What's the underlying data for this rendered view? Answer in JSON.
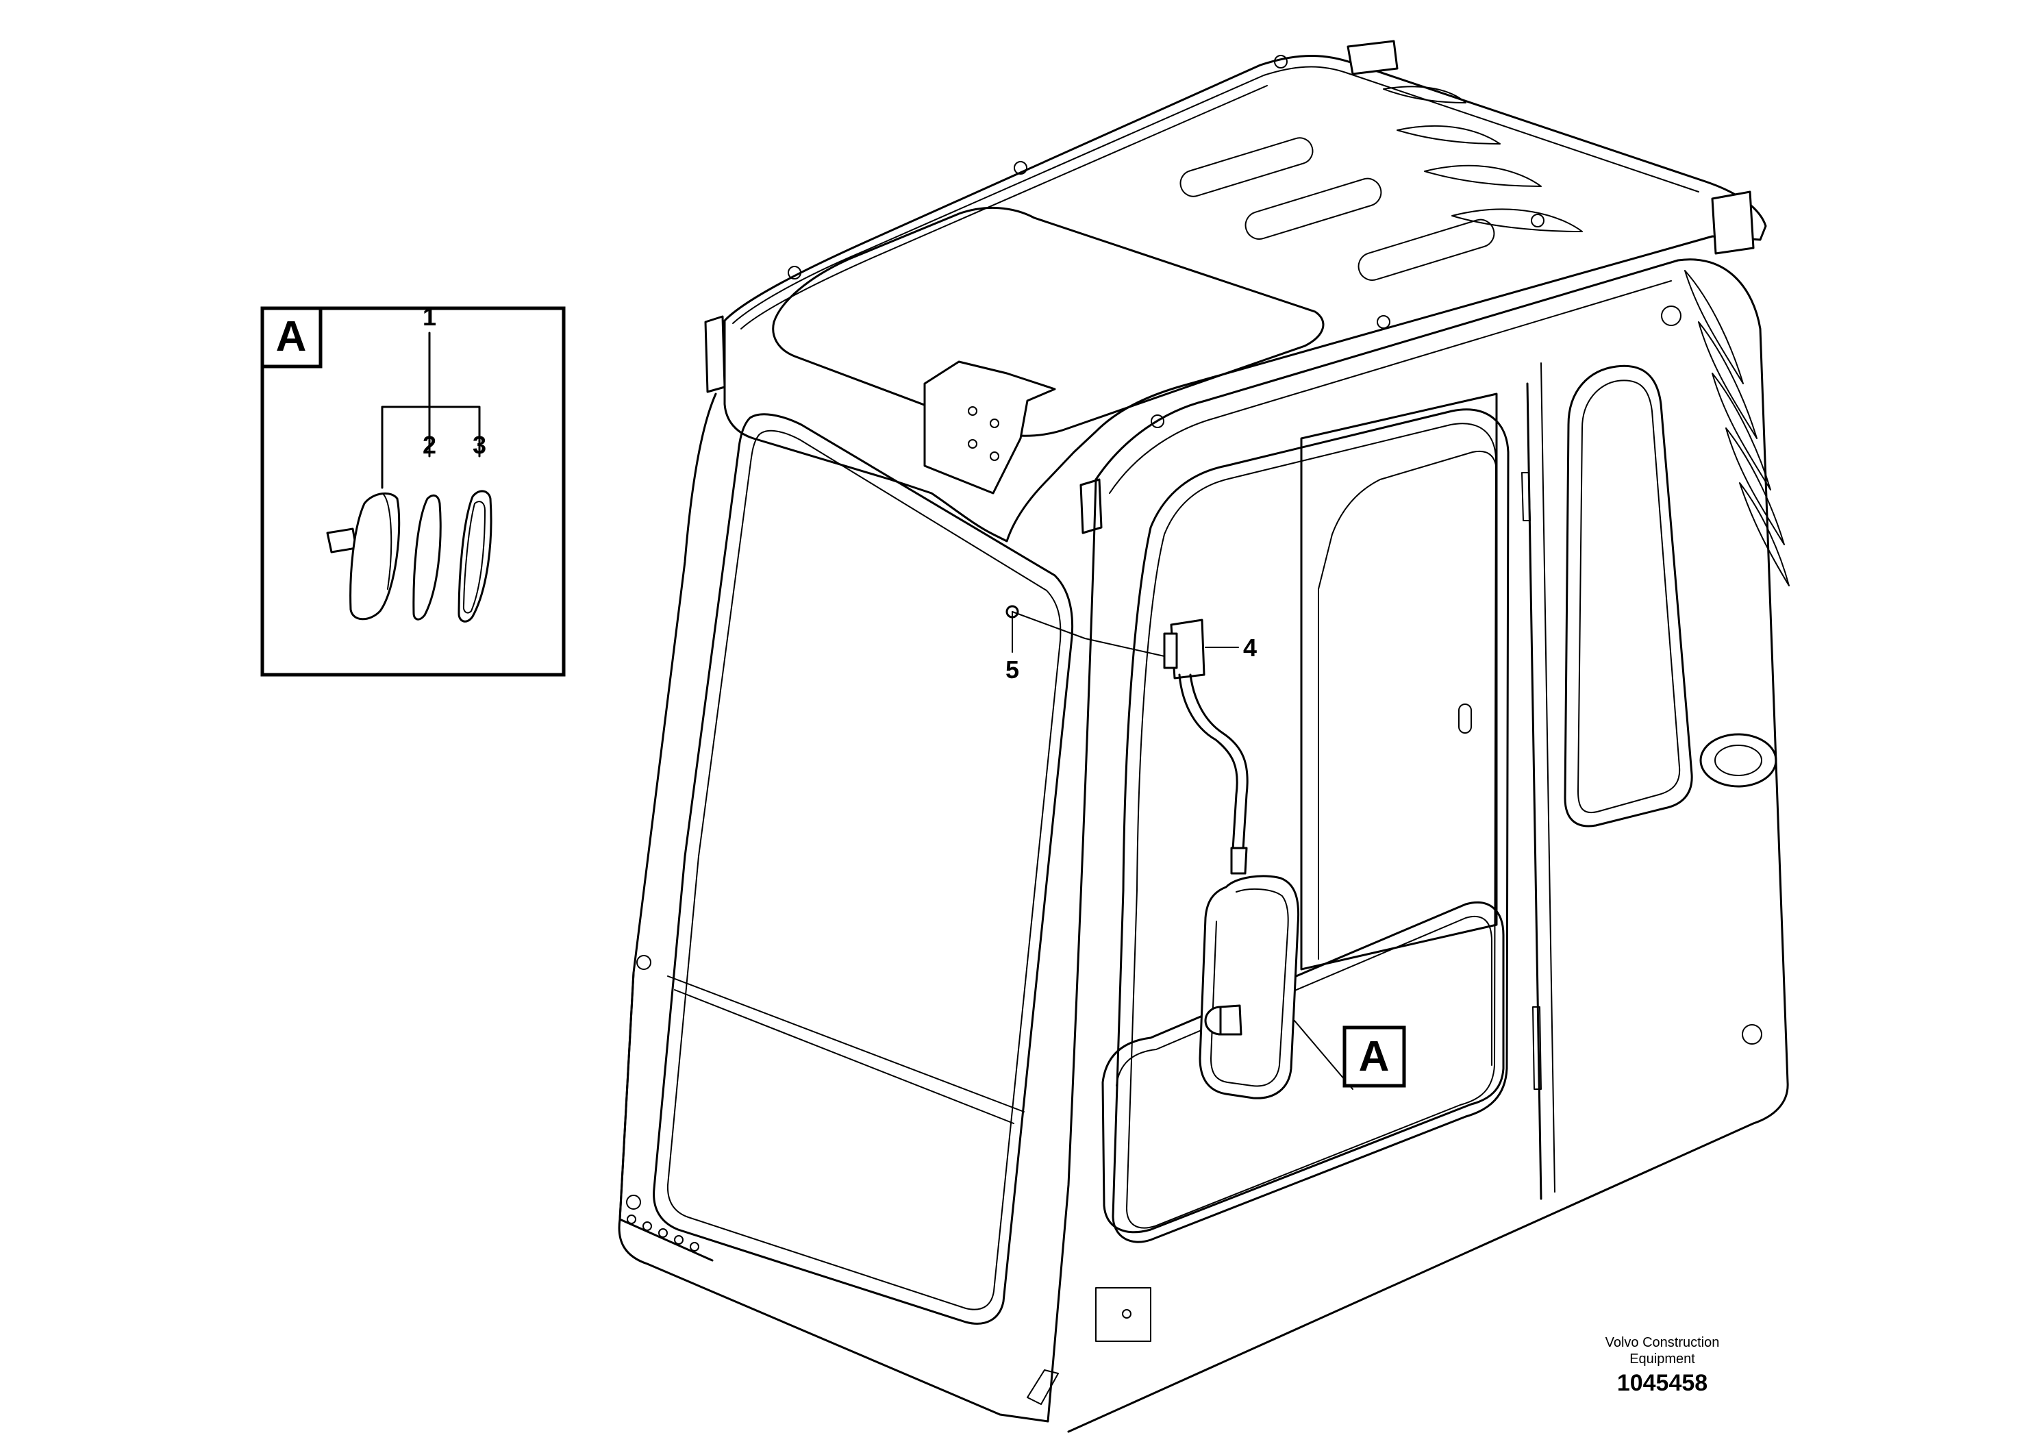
{
  "diagram": {
    "callouts": {
      "c1": "1",
      "c2": "2",
      "c3": "3",
      "c4": "4",
      "c5": "5",
      "detail_box_label": "A",
      "detail_ref_label": "A"
    }
  },
  "footer": {
    "brand_line1": "Volvo Construction",
    "brand_line2": "Equipment",
    "drawing_number": "1045458"
  }
}
